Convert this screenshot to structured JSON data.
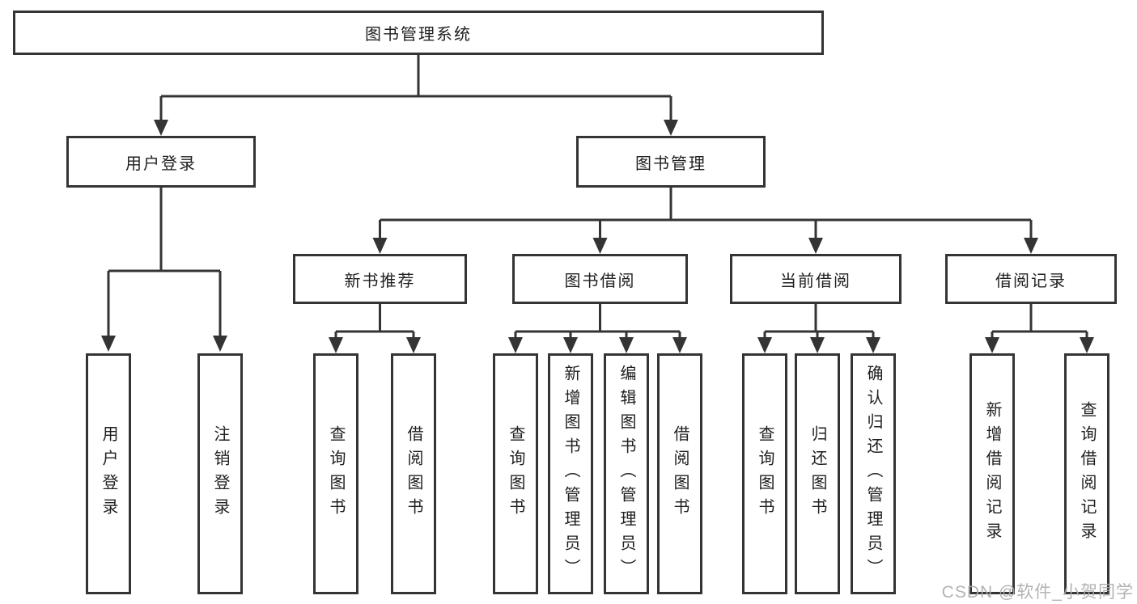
{
  "nodes": {
    "root": {
      "label": "图书管理系统"
    },
    "level2": [
      {
        "label": "用户登录",
        "children": [
          "用户登录",
          "注销登录"
        ]
      },
      {
        "label": "图书管理",
        "children": [
          "新书推荐",
          "图书借阅",
          "当前借阅",
          "借阅记录"
        ]
      }
    ],
    "level3": [
      {
        "label": "新书推荐",
        "children": [
          "查询图书",
          "借阅图书"
        ]
      },
      {
        "label": "图书借阅",
        "children": [
          "查询图书",
          "新增图书（管理员）",
          "编辑图书（管理员）",
          "借阅图书"
        ]
      },
      {
        "label": "当前借阅",
        "children": [
          "查询图书",
          "归还图书",
          "确认归还（管理员）"
        ]
      },
      {
        "label": "借阅记录",
        "children": [
          "新增借阅记录",
          "查询借阅记录"
        ]
      }
    ],
    "leaves": [
      {
        "label": "用户登录"
      },
      {
        "label": "注销登录"
      },
      {
        "label": "查询图书"
      },
      {
        "label": "借阅图书"
      },
      {
        "label": "查询图书"
      },
      {
        "label": "新增图书（管理员）"
      },
      {
        "label": "编辑图书（管理员）"
      },
      {
        "label": "借阅图书"
      },
      {
        "label": "查询图书"
      },
      {
        "label": "归还图书"
      },
      {
        "label": "确认归还（管理员）"
      },
      {
        "label": "新增借阅记录"
      },
      {
        "label": "查询借阅记录"
      }
    ]
  },
  "watermark": {
    "text": "CSDN @软件_小贺同学"
  },
  "colors": {
    "line": "#343434",
    "text": "#1f1f1f",
    "watermark": "#ababab",
    "background": "#ffffff"
  }
}
